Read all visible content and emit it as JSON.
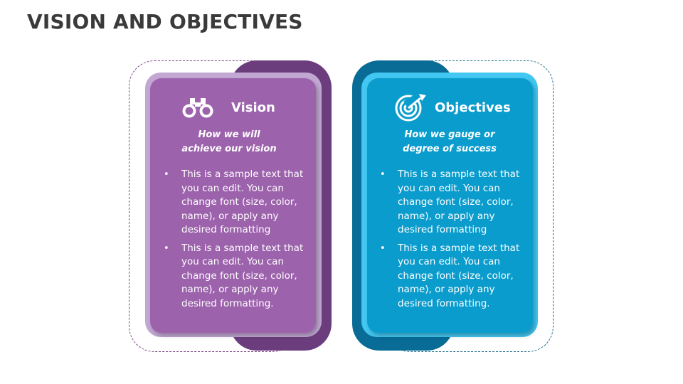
{
  "title": "VISION AND OBJECTIVES",
  "vision": {
    "heading": "Vision",
    "icon": "binoculars-icon",
    "subtitle_line1": "How we will",
    "subtitle_line2": "achieve our vision",
    "bullets": [
      "This is a sample text that you can edit. You can change font (size, color, name), or apply any desired formatting",
      "This is a sample text that you can edit. You can change font (size, color, name), or apply any desired formatting."
    ],
    "colors": {
      "front": "#9c62ac",
      "back": "#6b3d7d",
      "light": "#c2a7d3"
    }
  },
  "objectives": {
    "heading": "Objectives",
    "icon": "target-icon",
    "subtitle_line1": "How we gauge or",
    "subtitle_line2": "degree of success",
    "bullets": [
      "This is a sample text that you can edit. You can change font (size, color, name), or apply any desired formatting",
      "This is a sample text that you can edit. You can change font (size, color, name), or apply any desired formatting."
    ],
    "colors": {
      "front": "#0a9ccd",
      "back": "#086c96",
      "light": "#41c7f1"
    }
  },
  "bullet_symbol": "•"
}
